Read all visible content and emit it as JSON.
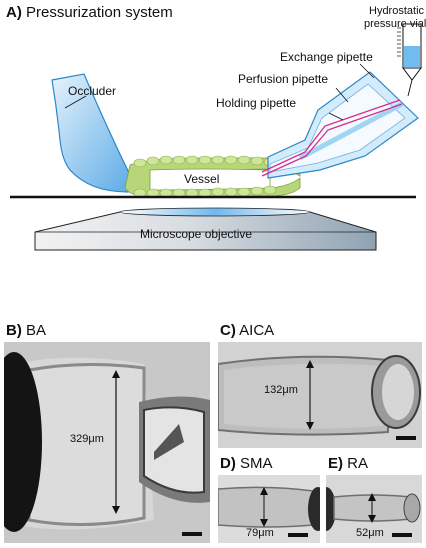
{
  "panel_a": {
    "letter": "A)",
    "title": "Pressurization system",
    "labels": {
      "vial": "Hydrostatic",
      "vial2": "pressure vial",
      "exchange": "Exchange pipette",
      "perfusion": "Perfusion pipette",
      "holding": "Holding pipette",
      "occluder": "Occluder",
      "vessel": "Vessel",
      "objective": "Microscope objective"
    }
  },
  "panel_b": {
    "letter": "B)",
    "title": "BA",
    "measurement": "329μm"
  },
  "panel_c": {
    "letter": "C)",
    "title": "AICA",
    "measurement": "132μm"
  },
  "panel_d": {
    "letter": "D)",
    "title": "SMA",
    "measurement": "79μm"
  },
  "panel_e": {
    "letter": "E)",
    "title": "RA",
    "measurement": "52μm"
  }
}
